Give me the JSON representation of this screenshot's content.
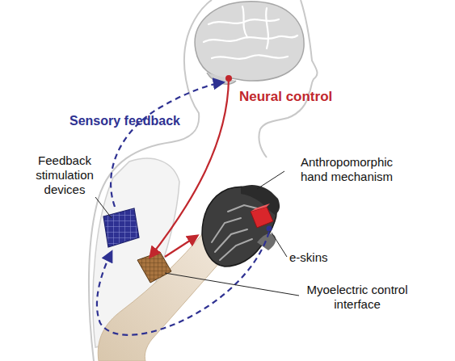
{
  "diagram": {
    "labels": [
      "Neural control",
      "Sensory feedback",
      "Feedback stimulation devices",
      "Anthropomorphic hand mechanism",
      "e-skins",
      "Myoelectric control interface"
    ]
  }
}
